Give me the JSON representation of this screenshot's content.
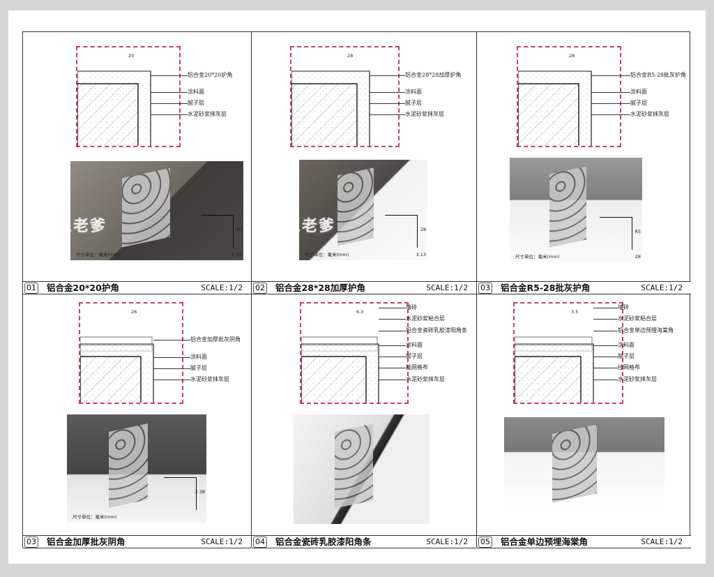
{
  "panels": [
    {
      "number": "01",
      "title": "铝合金20*20护角",
      "scale": "SCALE:1/2",
      "labels": [
        "铝合金20*20护角",
        "涂料面",
        "腻子层",
        "水泥砂浆抹灰层"
      ],
      "dims": [
        "20",
        "20",
        "0.55"
      ],
      "unit": "尺寸单位：毫米(mm)",
      "watermark": "三老爹"
    },
    {
      "number": "02",
      "title": "铝合金28*28加厚护角",
      "scale": "SCALE:1/2",
      "labels": [
        "铝合金28*28加厚护角",
        "涂料面",
        "腻子层",
        "水泥砂浆抹灰层"
      ],
      "dims": [
        "28",
        "28",
        "3.13"
      ],
      "unit": "尺寸单位：毫米(mm)",
      "watermark": "三老爹"
    },
    {
      "number": "03",
      "title": "铝合金R5-28批灰护角",
      "scale": "SCALE:1/2",
      "labels": [
        "铝合金R5-28批灰护角",
        "涂料面",
        "腻子层",
        "水泥砂浆抹灰层"
      ],
      "dims": [
        "28",
        "R5",
        "28"
      ],
      "unit": "尺寸单位：毫米(mm)"
    },
    {
      "number": "03",
      "title": "铝合金加厚批灰阴角",
      "scale": "SCALE:1/2",
      "labels": [
        "铝合金加厚批灰阴角",
        "涂料面",
        "腻子层",
        "水泥砂浆抹灰层"
      ],
      "dims": [
        "26",
        "2.38"
      ],
      "unit": "尺寸单位：毫米(mm)"
    },
    {
      "number": "04",
      "title": "铝合金瓷砖乳胶漆阳角条",
      "scale": "SCALE:1/2",
      "labels": [
        "墙砖",
        "水泥砂浆粘合层",
        "铝合金瓷砖乳胶漆阳角条",
        "涂料面",
        "腻子层",
        "挂网格布",
        "水泥砂浆抹灰层"
      ],
      "dims": [
        "6.3"
      ]
    },
    {
      "number": "05",
      "title": "铝合金单边预埋海棠角",
      "scale": "SCALE:1/2",
      "labels": [
        "墙砖",
        "水泥砂浆粘合层",
        "铝合金单边预埋海棠角",
        "涂料面",
        "腻子层",
        "挂网格布",
        "水泥砂浆抹灰层"
      ],
      "dims": [
        "3.5"
      ]
    }
  ]
}
